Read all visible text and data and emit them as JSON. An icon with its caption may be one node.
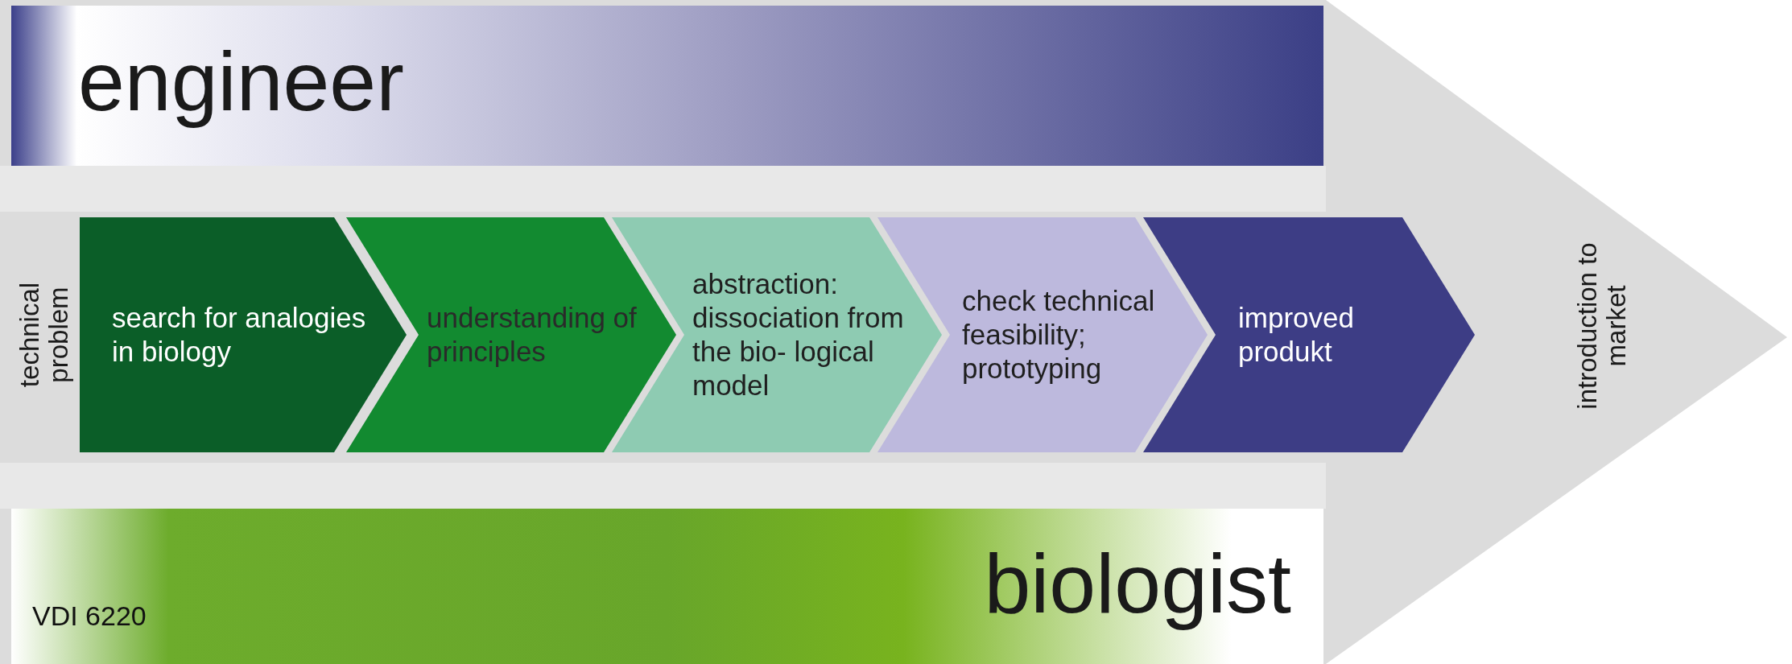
{
  "diagram": {
    "nodes": [
      {
        "text": [
          "engineer"
        ]
      },
      {
        "text": [
          "search for analogies in biology"
        ]
      },
      {
        "text": [
          "understanding of principles"
        ]
      },
      {
        "text": [
          "abstraction: dissociation from the bio- logical model"
        ]
      },
      {
        "text": [
          "check technical feasibility; prototyping"
        ]
      },
      {
        "text": [
          "improved produkt"
        ]
      },
      {
        "text": [
          "biologist"
        ]
      }
    ],
    "labels": [
      "technical problem",
      "introduction to market",
      "VDI 6220"
    ]
  }
}
